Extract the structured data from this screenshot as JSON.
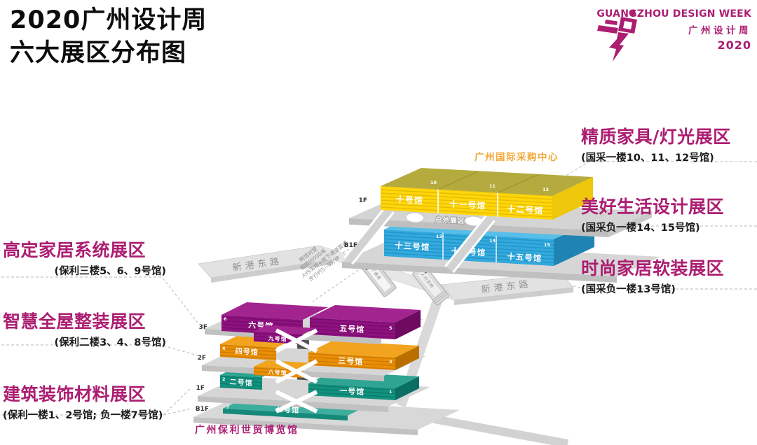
{
  "title": {
    "line1": "2020广州设计周",
    "line2": "六大展区分布图"
  },
  "logo": {
    "en": "GUANGZHOU DESIGN WEEK",
    "cn": "广州设计周",
    "year": "2020"
  },
  "zones_right": [
    {
      "name": "精质家具/灯光展区",
      "detail": "(国采一楼10、11、12号馆)"
    },
    {
      "name": "美好生活设计展区",
      "detail": "(国采负一楼14、15号馆)"
    },
    {
      "name": "时尚家居软装展区",
      "detail": "(国采负一楼13号馆)"
    }
  ],
  "zones_left": [
    {
      "name": "高定家居系统展区",
      "detail": "(保利三楼5、6、9号馆)"
    },
    {
      "name": "智慧全屋整装展区",
      "detail": "(保利二楼3、4、8号馆)"
    },
    {
      "name": "建筑装饰材料展区",
      "detail": "(保利一楼1、2号馆; 负一楼7号馆)"
    }
  ],
  "sourcing_center": {
    "label": "广州国际采购中心",
    "f1_level": "1F",
    "b1_level": "B1F",
    "outdoor": "户外展区",
    "halls_f1": [
      {
        "name": "十号馆",
        "num": "10"
      },
      {
        "name": "十一号馆",
        "num": "11"
      },
      {
        "name": "十二号馆",
        "num": "12"
      }
    ],
    "halls_b1": [
      {
        "name": "十三号馆",
        "num": "13"
      },
      {
        "name": "十四号馆",
        "num": "14"
      },
      {
        "name": "十五号馆",
        "num": "15"
      }
    ]
  },
  "poly_expo": {
    "label": "广州保利世贸博览馆",
    "levels": [
      "3F",
      "2F",
      "1F",
      "B1F"
    ],
    "halls_3f": [
      {
        "name": "六号馆",
        "num": "6"
      },
      {
        "name": "五号馆",
        "num": "5"
      },
      {
        "name": "九号馆",
        "num": "9"
      }
    ],
    "halls_2f": [
      {
        "name": "四号馆",
        "num": "4"
      },
      {
        "name": "三号馆",
        "num": "3"
      },
      {
        "name": "八号馆",
        "num": "8"
      }
    ],
    "halls_1f": [
      {
        "name": "二号馆",
        "num": "2"
      },
      {
        "name": "一号馆",
        "num": "1"
      }
    ],
    "halls_b1f": [
      {
        "name": "七号馆",
        "num": "7"
      }
    ]
  },
  "roads": {
    "left": "新港东路",
    "right": "新港东路"
  },
  "connections": {
    "underpass": "地下通道",
    "footbridge": "人行天桥"
  },
  "note": {
    "l1": "两馆对望",
    "l2": "相距约500米",
    "l3": "人行天桥+地下通道直通",
    "l4": "步行约5~8分钟"
  },
  "colors": {
    "magenta": "#AC1E72",
    "yellow": "#FFD60A",
    "blue": "#33A9DE",
    "purple": "#8E1180",
    "orange": "#E98E06",
    "teal": "#12917F",
    "gold_label": "#F0A93C"
  }
}
